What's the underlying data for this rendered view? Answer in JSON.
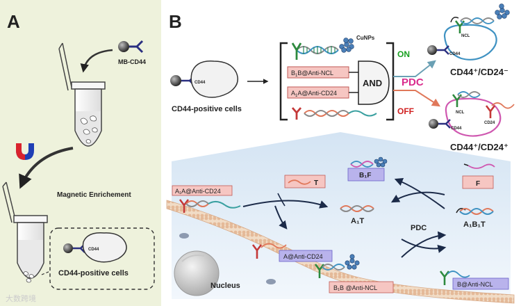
{
  "panel_a": {
    "letter": "A",
    "mb_label": "MB-CD44",
    "magnetic_label": "Magnetic Enrichement",
    "cd44_cell_tag": "CD44",
    "positive_cells": "CD44-positive cells"
  },
  "panel_b": {
    "letter": "B",
    "cd44_tag": "CD44",
    "positive_cells": "CD44-positive cells",
    "cunps": "CuNPs",
    "probe1_main": "B",
    "probe1_sub": "1",
    "probe1_rest": "B@Anti-NCL",
    "probe2_main": "A",
    "probe2_sub": "1",
    "probe2_rest": "A@Anti-CD24",
    "and_gate": "AND",
    "pdc": "PDC",
    "on": "ON",
    "off": "OFF",
    "ncl_tag": "NCL",
    "cd24_tag": "CD24",
    "result_top": "CD44⁺/CD24⁻",
    "result_bottom": "CD44⁺/CD24⁺"
  },
  "mechanism": {
    "a1a_anti_cd24": "A₁A@Anti-CD24",
    "t_label": "T",
    "b1f_label": "B₁F",
    "f_label": "F",
    "a1t_label": "A₁T",
    "pdc_label": "PDC",
    "a1b1t_label": "A₁B₁T",
    "a_anti_cd24": "A@Anti-CD24",
    "nucleus": "Nucleus",
    "b1b_anti_ncl": "B₁B @Anti-NCL",
    "b_anti_ncl": "B@Anti-NCL"
  },
  "watermark": "大数跨境",
  "colors": {
    "panel_a_bg": "#eef2dc",
    "pink_box": "#f6c6c2",
    "purple_box": "#b9b3ec",
    "on_green": "#18a020",
    "pdc_magenta": "#d92b8c",
    "off_red": "#d02020",
    "cell_blue": "#3f92c2",
    "cell_pink": "#cf58b0",
    "membrane": "#e7c4a4",
    "mech_bg": "#e2eef8"
  },
  "icons": [
    "magnet-icon",
    "magnetic-bead-icon",
    "antibody-icon",
    "dna-icon",
    "copper-nanoparticle-icon",
    "tube-icon"
  ]
}
